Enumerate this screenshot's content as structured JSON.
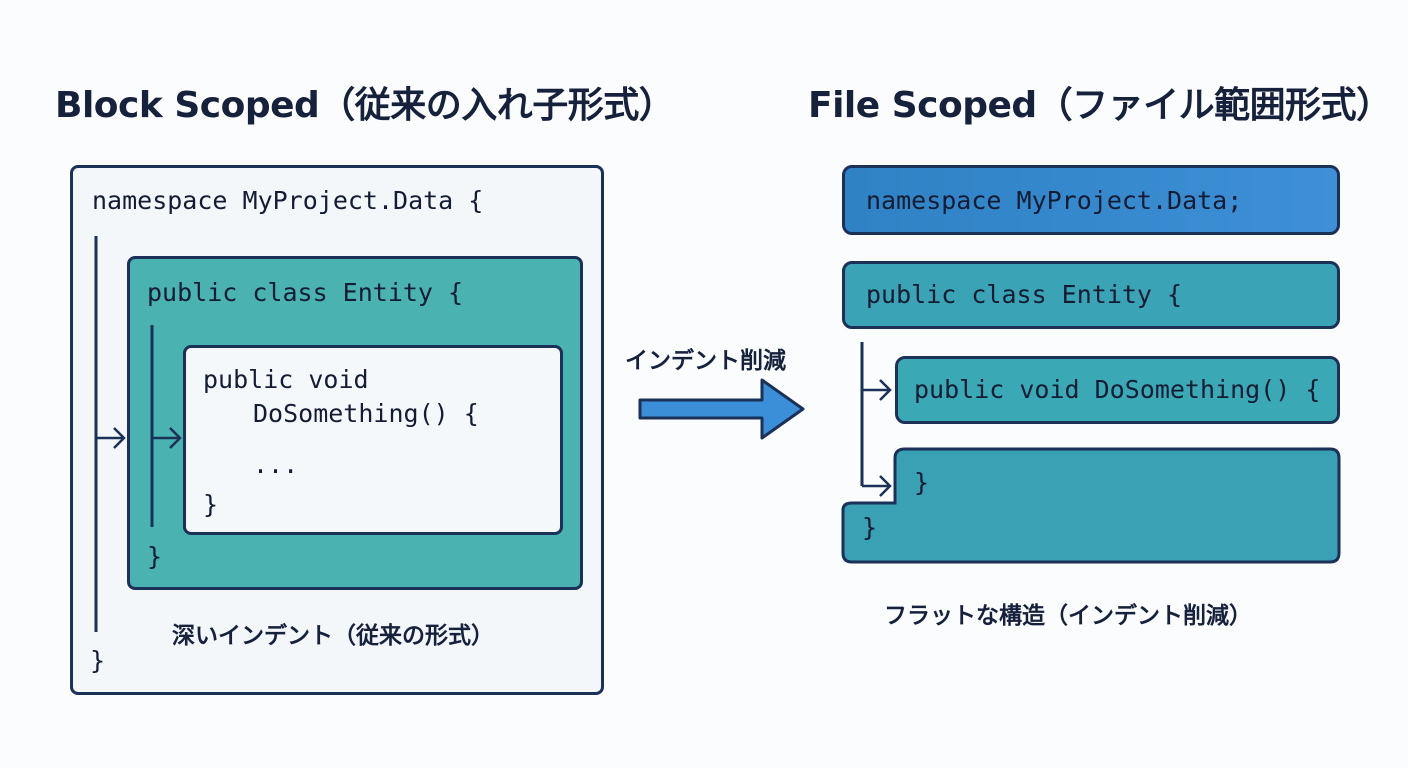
{
  "left": {
    "title": "Block Scoped（従来の入れ子形式）",
    "namespace_line": "namespace MyProject.Data {",
    "class_line": "public class Entity {",
    "method_line1": "public void",
    "method_line2": "DoSomething() {",
    "ellipsis": "...",
    "method_close": "}",
    "class_close": "}",
    "namespace_close": "}",
    "caption": "深いインデント（従来の形式）"
  },
  "arrow": {
    "label": "インデント削減"
  },
  "right": {
    "title": "File Scoped（ファイル範囲形式）",
    "namespace_line": "namespace MyProject.Data;",
    "class_line": "public class Entity {",
    "method_line": "public void DoSomething() {",
    "method_close": "}",
    "class_close": "}",
    "caption": "フラットな構造（インデント削減）"
  },
  "colors": {
    "outline": "#1b3158",
    "teal": "#4bb2b2",
    "blue": "#3e8fd6",
    "arrow": "#3a8fd8"
  }
}
